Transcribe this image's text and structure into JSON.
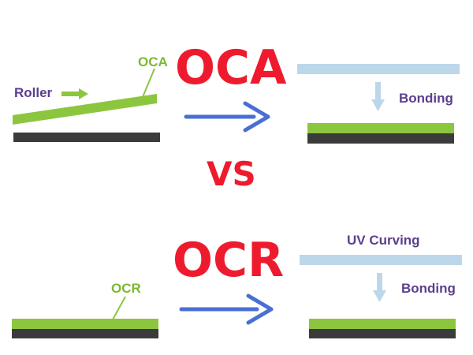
{
  "colors": {
    "accent_red": "#ee1b2e",
    "green": "#8cc63f",
    "dark": "#3b3b3b",
    "light_blue": "#bcd7ea",
    "arrow_blue": "#4a6fd4",
    "label_purple": "#5b3f8e",
    "label_green": "#7bb832"
  },
  "top": {
    "heading": "OCA",
    "roller_label": "Roller",
    "oca_callout": "OCA",
    "bonding_label": "Bonding"
  },
  "middle": {
    "versus": "VS"
  },
  "bottom": {
    "heading": "OCR",
    "ocr_callout": "OCR",
    "uv_label": "UV Curving",
    "bonding_label": "Bonding"
  },
  "icons": {
    "process_arrow": "right-arrow-icon",
    "roller_arrow": "right-arrow-icon",
    "bonding_arrow": "down-arrow-icon"
  }
}
